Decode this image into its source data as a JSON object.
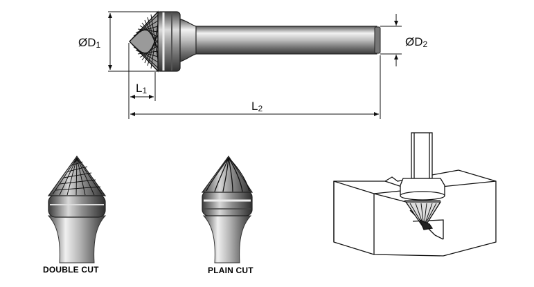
{
  "dimensions": {
    "d1": {
      "prefix": "ØD",
      "sub": "1"
    },
    "d2": {
      "prefix": "ØD",
      "sub": "2"
    },
    "l1": {
      "prefix": "L",
      "sub": "1"
    },
    "l2": {
      "prefix": "L",
      "sub": "2"
    }
  },
  "captions": {
    "double_cut": "DOUBLE CUT",
    "plain_cut": "PLAIN CUT"
  }
}
